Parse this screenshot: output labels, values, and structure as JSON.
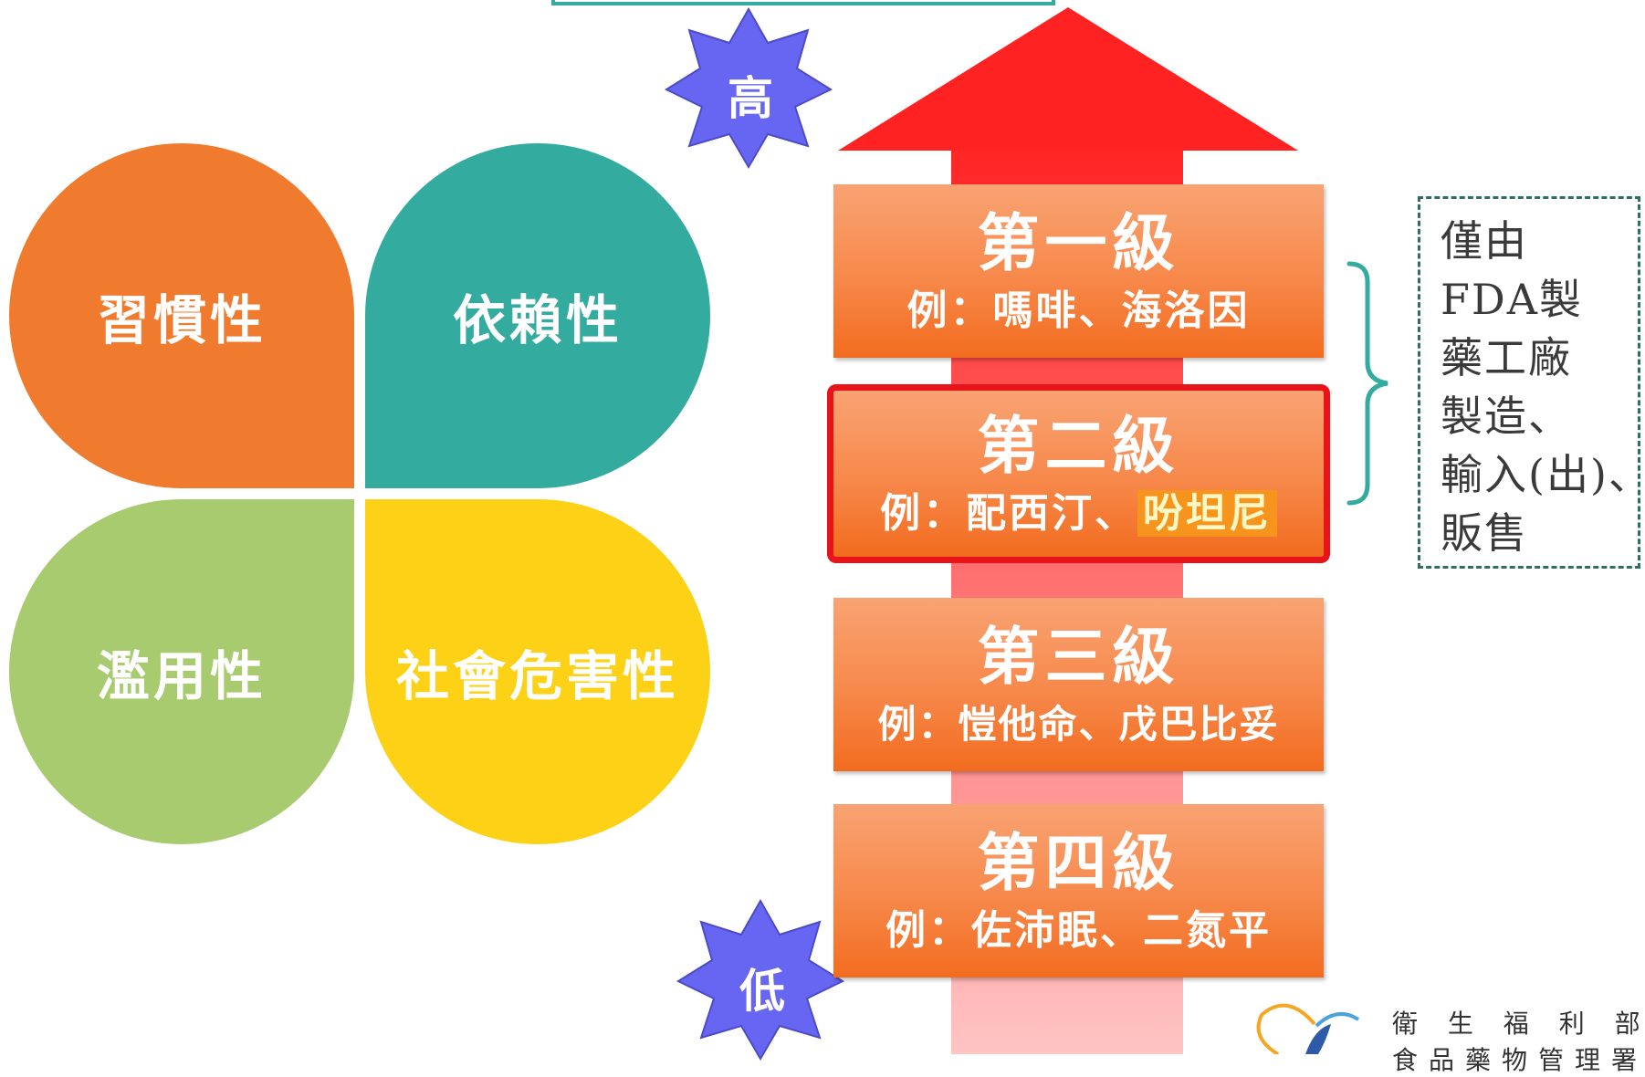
{
  "clover": {
    "top_left": "習慣性",
    "top_right": "依賴性",
    "bottom_left": "濫用性",
    "bottom_right": "社會危害性"
  },
  "scale": {
    "high": "高",
    "low": "低"
  },
  "levels": [
    {
      "name": "第一級",
      "example_prefix": "例：嗎啡、海洛因",
      "example_highlight": ""
    },
    {
      "name": "第二級",
      "example_prefix": "例：配西汀、",
      "example_highlight": "吩坦尼"
    },
    {
      "name": "第三級",
      "example_prefix": "例：愷他命、戊巴比妥",
      "example_highlight": ""
    },
    {
      "name": "第四級",
      "example_prefix": "例：佐沛眠、二氮平",
      "example_highlight": ""
    }
  ],
  "note_lines": [
    "僅由",
    "FDA製",
    "藥工廠",
    "製造、",
    "輸入(出)、",
    "販售"
  ],
  "logo": {
    "line1": "衛 生 福 利 部",
    "line2": "食品藥物管理署"
  },
  "colors": {
    "orange": "#f07b2e",
    "teal": "#33ab9e",
    "green": "#a9cb6f",
    "yellow": "#fcd116",
    "star": "#6666f2",
    "arrow": "#ff2020",
    "highlight_border": "#e8141a"
  }
}
